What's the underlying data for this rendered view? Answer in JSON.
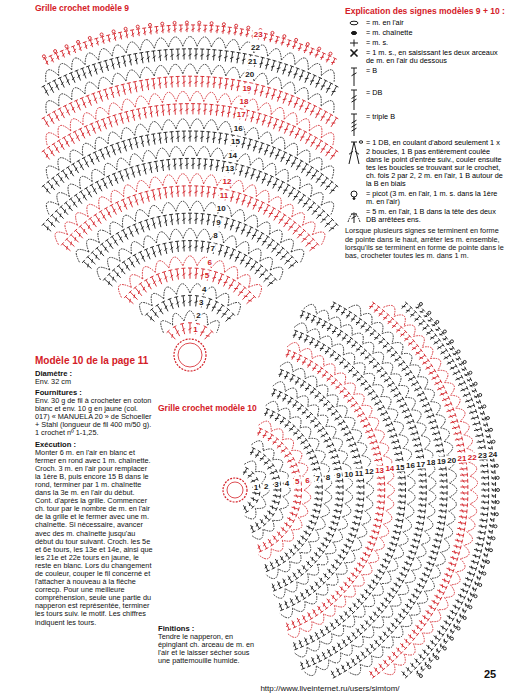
{
  "diagram": {
    "labels": [
      "Grille crochet modèle 9",
      "Explication des signes modèles 9 + 10 :",
      "Lorsque plusieurs signes se terminent en forme de pointe dans le haut, arrêter les m. ensemble, lorsqu'ils se terminent en forme de pointe dans le bas, crocheter toutes les m. dans 1 m.",
      "1",
      "2",
      "3",
      "4",
      "5",
      "6",
      "7",
      "8",
      "9",
      "10",
      "11",
      "12",
      "13",
      "14",
      "15",
      "16",
      "17",
      "18",
      "19",
      "20",
      "21",
      "22",
      "23",
      "Modèle 10 de la page 11",
      "Diamètre :",
      "Env. 32 cm",
      "Fournitures :",
      "Env. 30 g de fil à crocheter en coton blanc et env. 10 g en jaune (col. 017) « MANUELA 20 » de Schoeller + Stahl (longueur de fil 400 m/50 g). 1 crochet nº 1-1,25.",
      "Exécution :",
      "Monter 6 m. en l'air en blanc et fermer en rond avec 1 m. chaînette. Croch. 3 m. en l'air pour remplacer la 1ère B, puis encore 15 B dans le rond, terminer par 1 m. chaînette dans la 3e m. en l'air du début. Cont. d'après la grille. Commencer ch. tour par le nombre de m. en l'air de la grille et le fermer avec une m. chaînette. Si nécessaire, avancer avec des m. chaînette jusqu'au début du tour suivant. Croch. les 5e et 6e tours, les 13e et 14e, ainsi que les 21e et 22e tours en jaune, le reste en blanc. Lors du changement de couleur, couper le fil concerné et l'attacher à nouveau à la flèche correcp. Pour une meilleure compréhension, seule une partie du napperon est représentée, terminer les tours suiv. le motif. Les chiffres indiquent les tours.",
      "Grille crochet modèle 10",
      "1",
      "2",
      "3",
      "4",
      "5",
      "6",
      "7",
      "8",
      "9",
      "10",
      "11",
      "12",
      "13",
      "14",
      "15",
      "16",
      "17",
      "18",
      "19",
      "20",
      "21",
      "22",
      "23",
      "24",
      "Finitions :",
      "Tendre le napperon, en épinglant ch. arceau de m. en l'air et le laisser sécher sous une pattemouille humide.",
      "25",
      "http://www.liveinternet.ru/users/simtom/"
    ],
    "legend": [
      {
        "text": "= m. en l'air"
      },
      {
        "text": "= m. chaînette"
      },
      {
        "text": "= m. s."
      },
      {
        "text": "= 1 m. s., en saisissant les deux arceaux de m. en l'air du dessous"
      },
      {
        "text": "= B"
      },
      {
        "text": "= DB"
      },
      {
        "text": "= triple B"
      },
      {
        "text": "= 1 DB, en coulant d'abord seulement 1 x 2 boucles, 1 B pas entièrement coulée dans le point d'entrée suiv., couler ensuite tes les boucles se trouvant sur le crochet, ch. fois 2 par 2, 2 m. en l'air, 1 B autour de la B en biais"
      },
      {
        "text": "= picot (3 m. en l'air, 1 m. s. dans la 1ère m. en l'air)"
      },
      {
        "text": "= 5 m. en l'air, 1 B dans la tête des deux DB arrêtées ens."
      }
    ]
  }
}
